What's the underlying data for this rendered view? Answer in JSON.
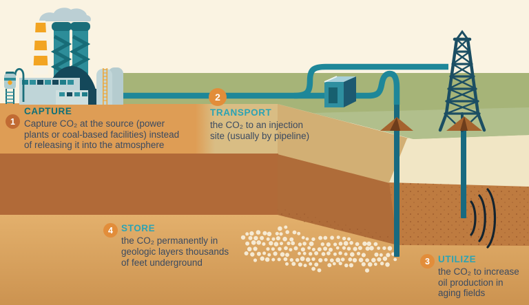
{
  "palette": {
    "accent_teal": "#2BA3B4",
    "capture_teal": "#0F7077",
    "badge_orange": "#E28D3A",
    "badge_rust": "#C16B33",
    "body_text": "#3A4A61",
    "pipeline_teal": "#1E8799",
    "ground_orange": "#DE9D55",
    "ground_khaki": "#D9BD84",
    "ground_rust": "#B16A38",
    "ground_gold": "#D7A25E",
    "grass_green": "#A6B478",
    "sky_cream": "#FAF3E2"
  },
  "steps": [
    {
      "number": "1",
      "title": "CAPTURE",
      "lines": [
        "Capture CO₂ at the source (power",
        "plants or coal-based facilities) instead",
        "of releasing it into the atmosphere"
      ]
    },
    {
      "number": "2",
      "title": "TRANSPORT",
      "lines": [
        "the CO₂ to an injection",
        "site (usually by pipeline)"
      ]
    },
    {
      "number": "3",
      "title": "UTILIZE",
      "lines": [
        "the CO₂ to increase",
        "oil production in",
        "aging fields"
      ]
    },
    {
      "number": "4",
      "title": "STORE",
      "lines": [
        "the CO₂ permanently in",
        "geologic layers thousands",
        "of feet underground"
      ]
    }
  ],
  "scene": {
    "icons": [
      "power-plant",
      "smoke-cloud",
      "cooling-towers",
      "storage-tanks",
      "pipeline",
      "injection-station",
      "injection-well",
      "wellhead-funnel",
      "oil-derrick",
      "production-well",
      "seismic-waves",
      "co2-bubble-plume",
      "geologic-layers",
      "grass-surface"
    ]
  }
}
